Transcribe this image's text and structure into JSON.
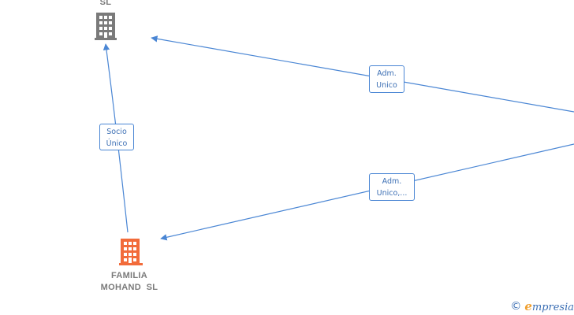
{
  "nodes": {
    "top_company": {
      "label": "SL",
      "icon": "building-icon",
      "color": "#7a7a7a"
    },
    "familia_mohand": {
      "label_line1": "FAMILIA",
      "label_line2": "MOHAND  SL",
      "icon": "building-icon",
      "color": "#f26b3a"
    }
  },
  "edges": {
    "socio_unico": {
      "line1": "Socio",
      "line2": "Único"
    },
    "adm_unico_top": {
      "line1": "Adm.",
      "line2": "Unico"
    },
    "adm_unico_bottom": {
      "line1": "Adm.",
      "line2": "Unico,..."
    }
  },
  "colors": {
    "edge": "#4a86d4",
    "edge_label_text": "#3c6fb4"
  },
  "footer": {
    "copyright_symbol": "©",
    "brand_initial": "e",
    "brand_rest": "mpresia"
  }
}
